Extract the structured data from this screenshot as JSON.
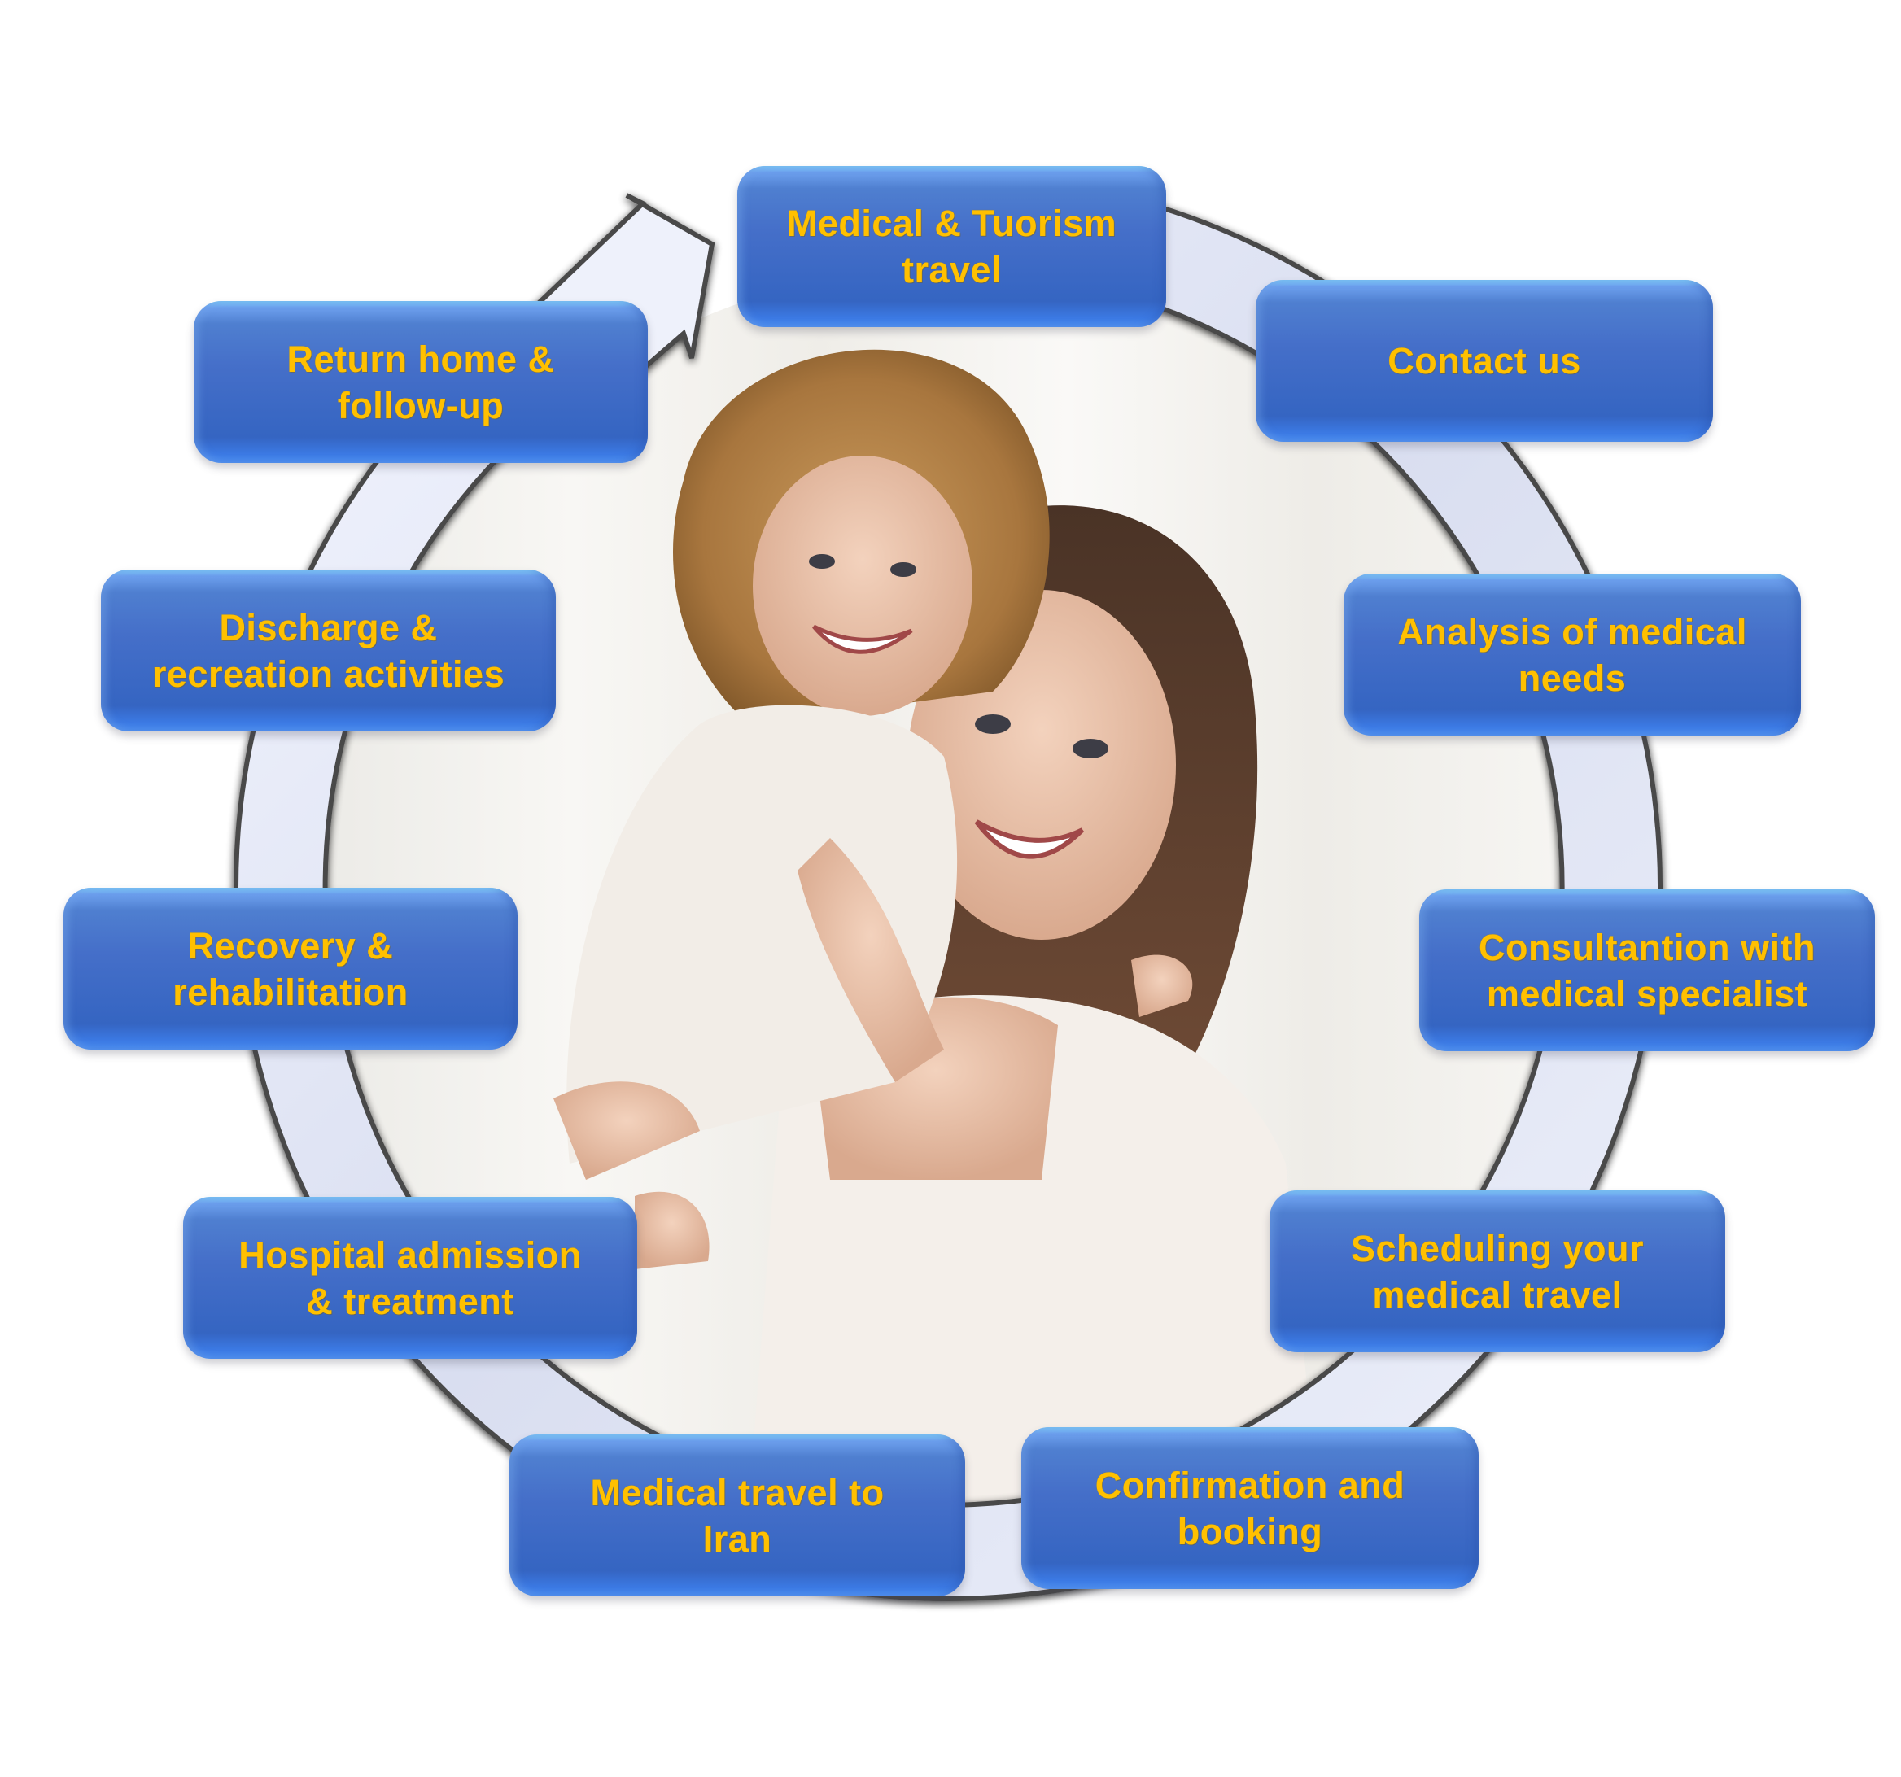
{
  "diagram": {
    "type": "cycle",
    "description": "Medical tourism process cycle around a central photo of a smiling mother and daughter",
    "colors": {
      "box_fill": "#3a68c4",
      "box_top_highlight": "#86d6ff",
      "label_text": "#ffc000",
      "ring_fill": "#dde2f2",
      "ring_outline": "#5a5a5a",
      "background": "#ffffff"
    },
    "photo": {
      "subject": "smiling mother hugging daughter",
      "icon": "family-photo"
    },
    "arrow": {
      "icon": "cycle-arrow-icon",
      "direction": "clockwise",
      "points_to": "Medical & Tuorism travel"
    },
    "steps": [
      {
        "order": 1,
        "label": "Medical & Tuorism\ntravel"
      },
      {
        "order": 2,
        "label": "Contact us"
      },
      {
        "order": 3,
        "label": "Analysis of medical\nneeds"
      },
      {
        "order": 4,
        "label": "Consultantion with\nmedical specialist"
      },
      {
        "order": 5,
        "label": "Scheduling your\nmedical travel"
      },
      {
        "order": 6,
        "label": "Confirmation and\nbooking"
      },
      {
        "order": 7,
        "label": "Medical travel to\nIran"
      },
      {
        "order": 8,
        "label": "Hospital admission\n& treatment"
      },
      {
        "order": 9,
        "label": "Recovery &\nrehabilitation"
      },
      {
        "order": 10,
        "label": "Discharge &\nrecreation activities"
      },
      {
        "order": 11,
        "label": "Return home &\nfollow-up"
      }
    ]
  }
}
